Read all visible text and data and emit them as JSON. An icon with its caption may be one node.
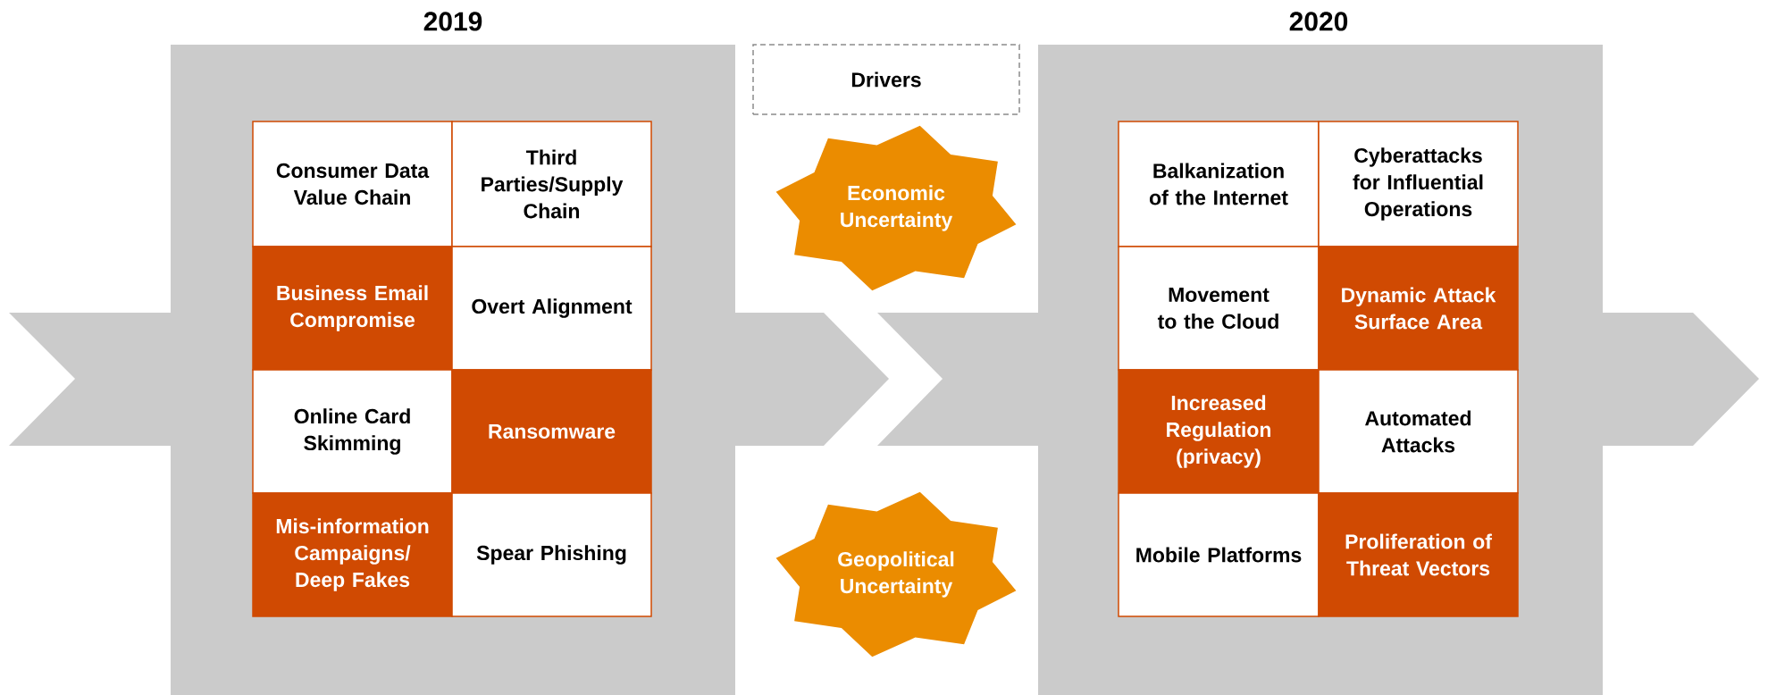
{
  "diagram": {
    "nodes": [
      {
        "text": [
          "2019"
        ]
      },
      {
        "text": [
          "Consumer Data Value Chain"
        ],
        "in": 0
      },
      {
        "text": [
          "Third Parties/Supply Chain"
        ],
        "in": 0
      },
      {
        "text": [
          "Business Email Compromise"
        ],
        "in": 0
      },
      {
        "text": [
          "Overt Alignment"
        ],
        "in": 0
      },
      {
        "text": [
          "Online Card Skimming"
        ],
        "in": 0
      },
      {
        "text": [
          "Ransomware"
        ],
        "in": 0
      },
      {
        "text": [
          "Mis-information Campaigns/ Deep Fakes"
        ],
        "in": 0
      },
      {
        "text": [
          "Spear Phishing"
        ],
        "in": 0
      },
      {
        "text": [
          "Drivers"
        ]
      },
      {
        "text": [
          "Economic Uncertainty"
        ]
      },
      {
        "text": [
          "Geopolitical Uncertainty"
        ]
      },
      {
        "text": [
          "2020"
        ]
      },
      {
        "text": [
          "Balkanization of the Internet"
        ],
        "in": 12
      },
      {
        "text": [
          "Cyberattacks for Influential Operations"
        ],
        "in": 12
      },
      {
        "text": [
          "Movement to the Cloud"
        ],
        "in": 12
      },
      {
        "text": [
          "Dynamic Attack Surface Area"
        ],
        "in": 12
      },
      {
        "text": [
          "Increased Regulation (privacy)"
        ],
        "in": 12
      },
      {
        "text": [
          "Automated Attacks"
        ],
        "in": 12
      },
      {
        "text": [
          "Mobile Platforms"
        ],
        "in": 12
      },
      {
        "text": [
          "Proliferation of Threat Vectors"
        ],
        "in": 12
      }
    ]
  }
}
